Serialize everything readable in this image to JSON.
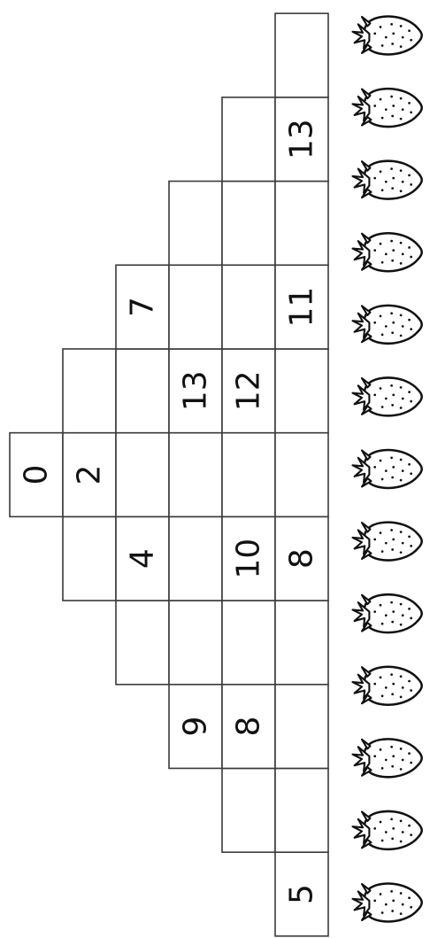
{
  "puzzle": {
    "rows": [
      {
        "cells": [
          {
            "value": "0"
          }
        ]
      },
      {
        "cells": [
          {
            "value": ""
          },
          {
            "value": "2"
          },
          {
            "value": ""
          }
        ]
      },
      {
        "cells": [
          {
            "value": ""
          },
          {
            "value": "4"
          },
          {
            "value": ""
          },
          {
            "value": ""
          },
          {
            "value": "7"
          }
        ]
      },
      {
        "cells": [
          {
            "value": "9"
          },
          {
            "value": ""
          },
          {
            "value": ""
          },
          {
            "value": ""
          },
          {
            "value": "13"
          },
          {
            "value": ""
          },
          {
            "value": ""
          }
        ]
      },
      {
        "cells": [
          {
            "value": ""
          },
          {
            "value": "8"
          },
          {
            "value": ""
          },
          {
            "value": "10"
          },
          {
            "value": ""
          },
          {
            "value": "12"
          },
          {
            "value": ""
          },
          {
            "value": ""
          },
          {
            "value": ""
          }
        ]
      },
      {
        "cells": [
          {
            "value": "5"
          },
          {
            "value": ""
          },
          {
            "value": ""
          },
          {
            "value": ""
          },
          {
            "value": "8"
          },
          {
            "value": ""
          },
          {
            "value": ""
          },
          {
            "value": "11"
          },
          {
            "value": ""
          },
          {
            "value": "13"
          },
          {
            "value": ""
          }
        ]
      }
    ]
  },
  "strawberries": {
    "count": 13,
    "icon": "strawberry-icon"
  }
}
